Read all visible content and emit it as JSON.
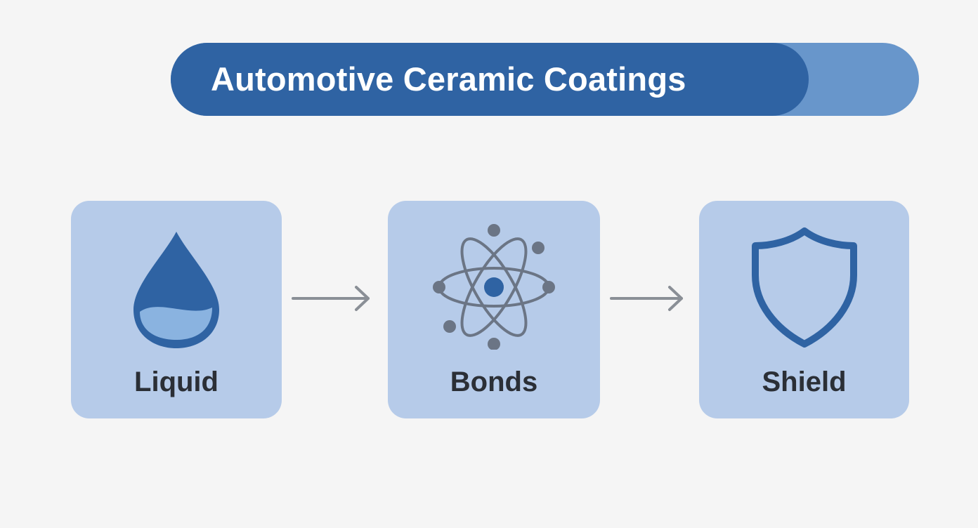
{
  "banner": {
    "title": "Automotive Ceramic Coatings",
    "fill_color": "#2f63a3",
    "track_color": "#6896cb"
  },
  "steps": [
    {
      "label": "Liquid",
      "icon": "water-drop-icon"
    },
    {
      "label": "Bonds",
      "icon": "atom-icon"
    },
    {
      "label": "Shield",
      "icon": "shield-icon"
    }
  ],
  "connectors": [
    "arrow-right-icon",
    "arrow-right-icon"
  ],
  "colors": {
    "background": "#f5f5f5",
    "card": "#b6cbe9",
    "icon_primary": "#2f63a3",
    "icon_secondary": "#6b7585",
    "liquid_fill": "#8ab3e0",
    "label_text": "#2b2f36",
    "arrow": "#8a8f96"
  }
}
